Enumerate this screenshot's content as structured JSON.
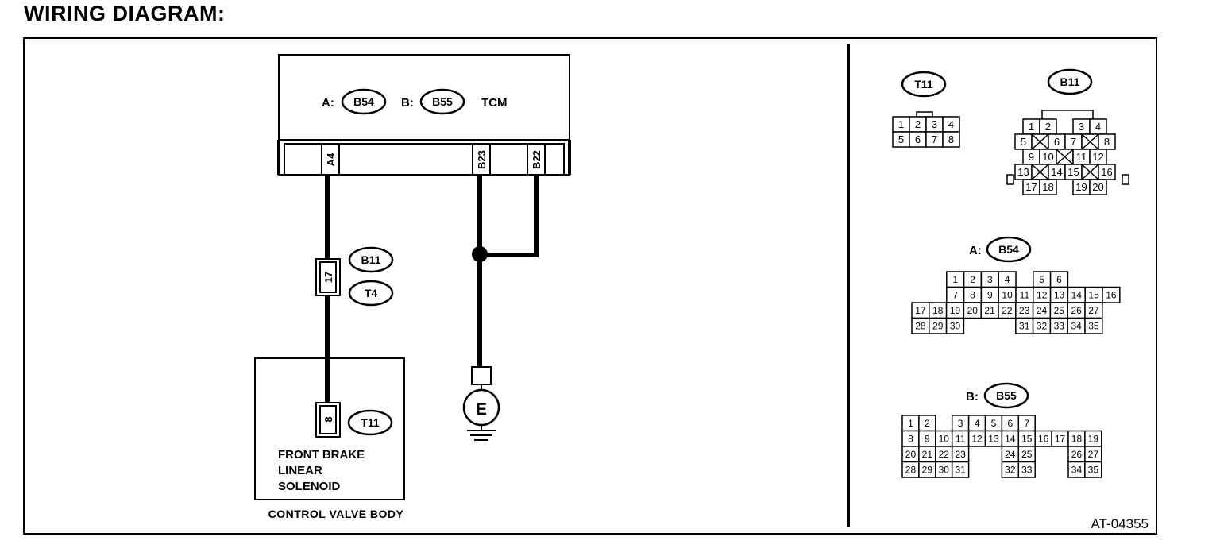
{
  "page": {
    "title": "WIRING DIAGRAM:",
    "figure_id": "AT-04355"
  },
  "tcm": {
    "label": "TCM",
    "connector_a_prefix": "A:",
    "connector_a_ref": "B54",
    "connector_b_prefix": "B:",
    "connector_b_ref": "B55",
    "pins": [
      "A4",
      "B23",
      "B22"
    ]
  },
  "harness": {
    "pin": "17",
    "connector_top": "B11",
    "connector_bottom": "T4"
  },
  "ground": {
    "label": "E"
  },
  "solenoid": {
    "pin": "8",
    "connector": "T11",
    "name_lines": [
      "FRONT BRAKE",
      "LINEAR",
      "SOLENOID"
    ]
  },
  "valve_body": {
    "label": "CONTROL VALVE BODY"
  },
  "connector_views": {
    "t11": {
      "label": "T11",
      "rows": [
        [
          "1",
          "2",
          "3",
          "4"
        ],
        [
          "5",
          "6",
          "7",
          "8"
        ]
      ]
    },
    "b11": {
      "label": "B11",
      "rows": [
        [
          "1",
          "2",
          "",
          "3",
          "4"
        ],
        [
          "5",
          "X",
          "6",
          "7",
          "X",
          "8"
        ],
        [
          "9",
          "10",
          "X",
          "11",
          "12"
        ],
        [
          "13",
          "X",
          "14",
          "15",
          "X",
          "16"
        ],
        [
          "17",
          "18",
          "",
          "19",
          "20"
        ]
      ]
    },
    "b54": {
      "prefix": "A:",
      "label": "B54",
      "rows": [
        [
          "",
          "1",
          "2",
          "3",
          "4",
          "",
          "5",
          "6"
        ],
        [
          "",
          "7",
          "8",
          "9",
          "10",
          "11",
          "12",
          "13",
          "14",
          "15",
          "16"
        ],
        [
          "17",
          "18",
          "19",
          "20",
          "21",
          "22",
          "23",
          "24",
          "25",
          "26",
          "27"
        ],
        [
          "28",
          "29",
          "30",
          "",
          "",
          "",
          "31",
          "32",
          "33",
          "34",
          "35"
        ]
      ]
    },
    "b55": {
      "prefix": "B:",
      "label": "B55",
      "rows": [
        [
          "1",
          "2",
          "",
          "3",
          "4",
          "5",
          "6",
          "7"
        ],
        [
          "8",
          "9",
          "10",
          "11",
          "12",
          "13",
          "14",
          "15",
          "16",
          "17",
          "18",
          "19"
        ],
        [
          "20",
          "21",
          "22",
          "23",
          "",
          "",
          "24",
          "25",
          "",
          "",
          "26",
          "27"
        ],
        [
          "28",
          "29",
          "30",
          "31",
          "",
          "",
          "32",
          "33",
          "",
          "",
          "34",
          "35"
        ]
      ]
    }
  }
}
